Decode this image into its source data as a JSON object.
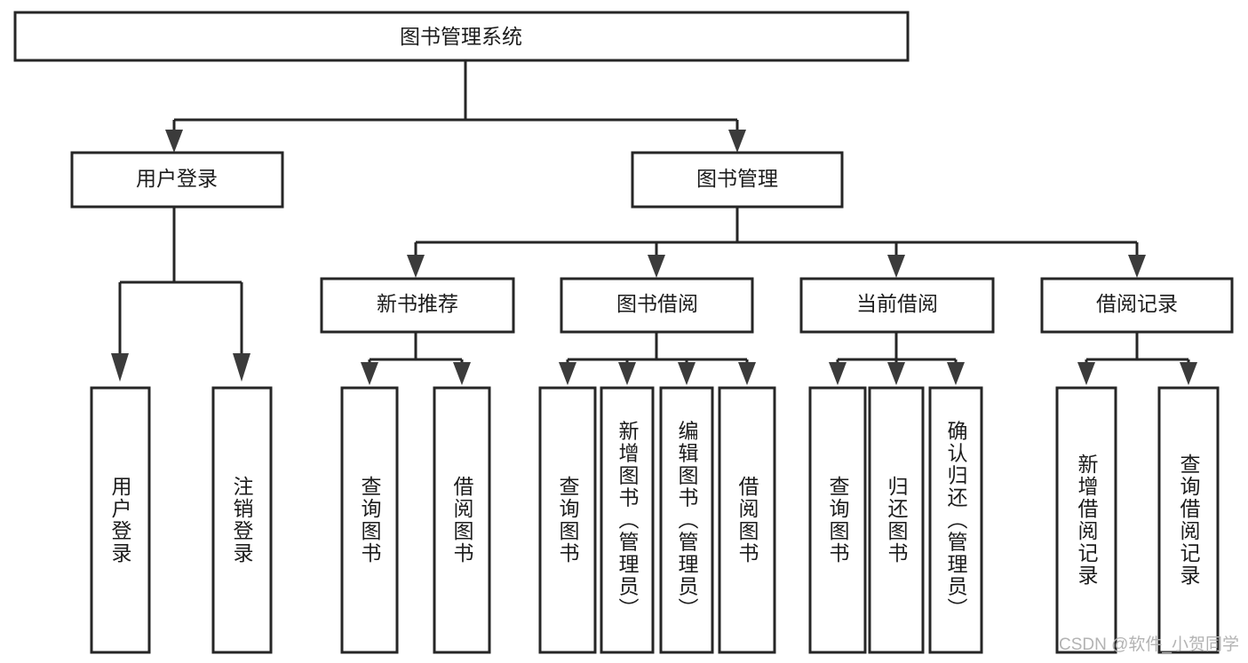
{
  "diagram": {
    "type": "tree-hierarchy",
    "title": "图书管理系统",
    "watermark": "CSDN @软件_小贺同学",
    "colors": {
      "box_stroke": "#262626",
      "box_fill": "#ffffff",
      "connector": "#262626",
      "text": "#1c1c1c",
      "watermark": "#b3b3b3",
      "background": "#ffffff"
    },
    "levels": {
      "root": "图书管理系统",
      "level2": [
        "用户登录",
        "图书管理"
      ],
      "level3": [
        "新书推荐",
        "图书借阅",
        "当前借阅",
        "借阅记录"
      ],
      "level4": [
        "用户登录",
        "注销登录",
        "查询图书",
        "借阅图书",
        "查询图书",
        "新增图书（管理员）",
        "编辑图书（管理员）",
        "借阅图书",
        "查询图书",
        "归还图书",
        "确认归还（管理员）",
        "新增借阅记录",
        "查询借阅记录"
      ]
    },
    "nodes": {
      "root": {
        "label": "图书管理系统"
      },
      "user_login": {
        "label": "用户登录"
      },
      "book_manage": {
        "label": "图书管理"
      },
      "new_book_rec": {
        "label": "新书推荐"
      },
      "book_borrow": {
        "label": "图书借阅"
      },
      "current_borrow": {
        "label": "当前借阅"
      },
      "borrow_record": {
        "label": "借阅记录"
      },
      "leaf_user_login": {
        "label": "用户登录"
      },
      "leaf_logout": {
        "label": "注销登录"
      },
      "leaf_query_book_a": {
        "label": "查询图书"
      },
      "leaf_borrow_book_a": {
        "label": "借阅图书"
      },
      "leaf_query_book_b": {
        "label": "查询图书"
      },
      "leaf_add_book": {
        "label": "新增图书（管理员）"
      },
      "leaf_edit_book": {
        "label": "编辑图书（管理员）"
      },
      "leaf_borrow_book_b": {
        "label": "借阅图书"
      },
      "leaf_query_book_c": {
        "label": "查询图书"
      },
      "leaf_return_book": {
        "label": "归还图书"
      },
      "leaf_confirm_return": {
        "label": "确认归还（管理员）"
      },
      "leaf_add_record": {
        "label": "新增借阅记录"
      },
      "leaf_query_record": {
        "label": "查询借阅记录"
      }
    }
  }
}
